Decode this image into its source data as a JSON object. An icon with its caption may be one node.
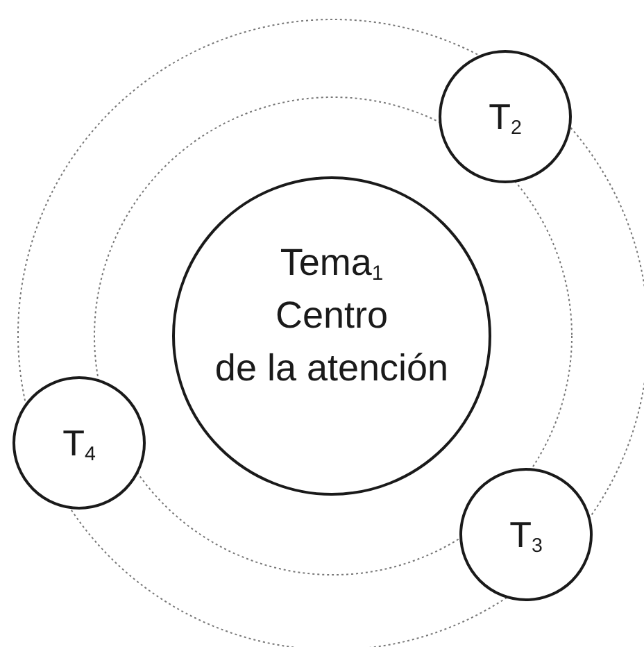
{
  "diagram": {
    "nodes": [
      {
        "text": [
          "Tema$_{1}$",
          "Centro de la atención"
        ]
      },
      {
        "text": [
          "T$_{2}$"
        ]
      },
      {
        "text": [
          "T$_{4}$"
        ]
      },
      {
        "text": [
          "T$_{3}$"
        ]
      }
    ]
  }
}
